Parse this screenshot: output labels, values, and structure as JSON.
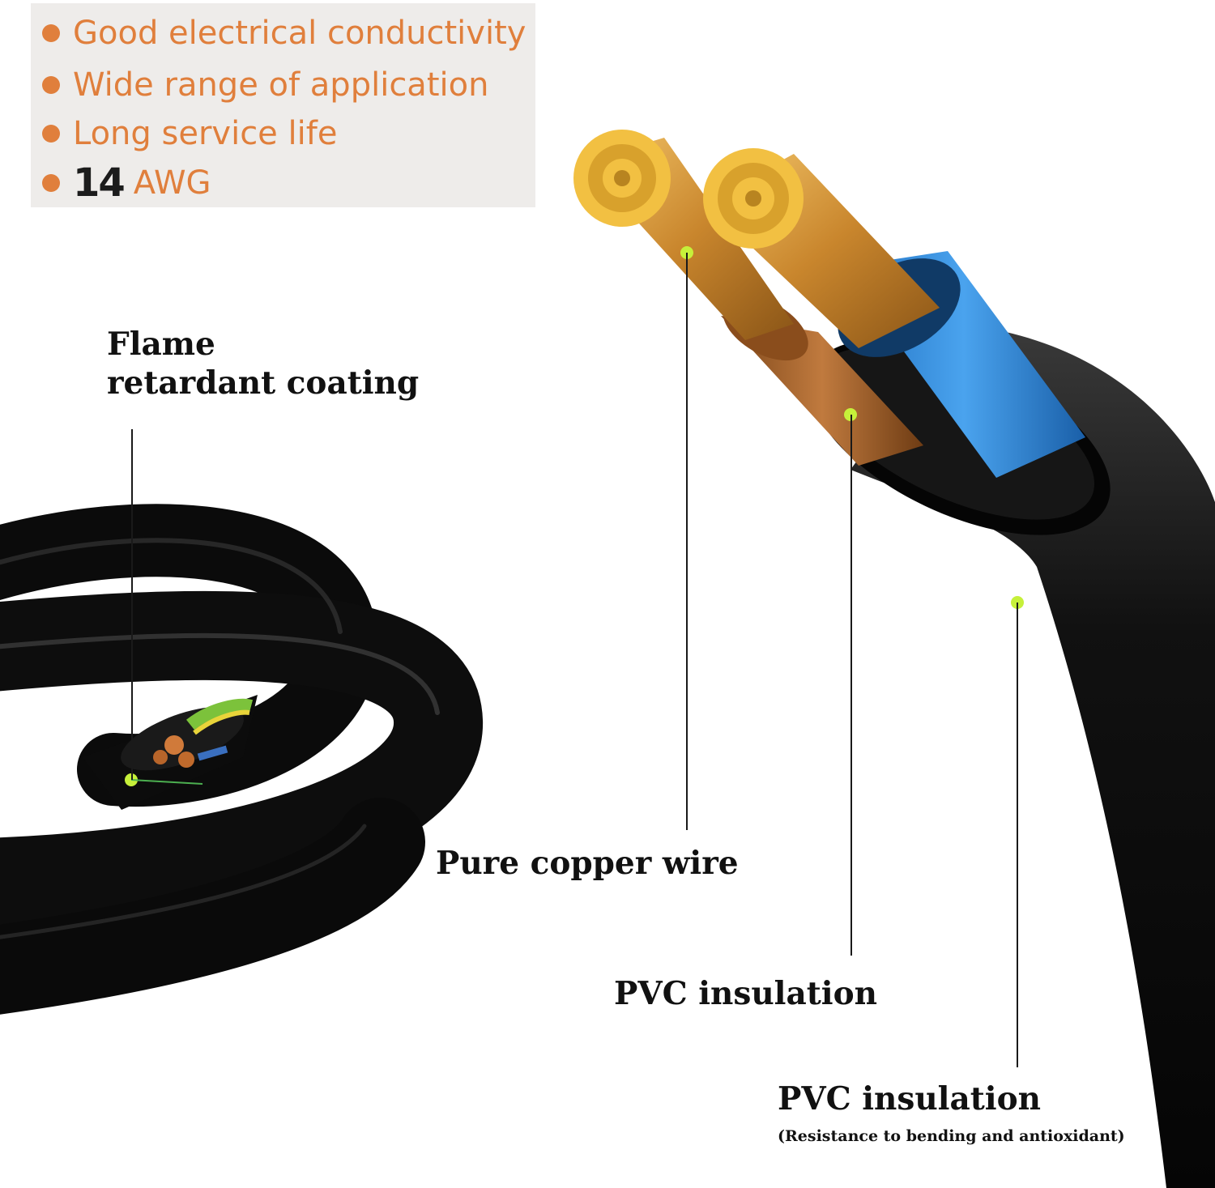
{
  "features": [
    {
      "text": "Good electrical conductivity"
    },
    {
      "text": "Wide range of application"
    },
    {
      "text": "Long service life"
    },
    {
      "number": "14",
      "unit": "AWG"
    }
  ],
  "labels": {
    "flame_line1": "Flame",
    "flame_line2": "retardant coating",
    "copper": "Pure copper wire",
    "pvc_inner": "PVC insulation",
    "pvc_outer": "PVC insulation",
    "pvc_outer_note": "(Resistance to bending and antioxidant)"
  },
  "colors": {
    "accent_orange": "#e07f3c",
    "cable_black": "#111111",
    "copper": "#d99a3a",
    "brown_insulation": "#a4632f",
    "blue_insulation": "#2f86d6",
    "marker_green": "#c6f03a"
  }
}
